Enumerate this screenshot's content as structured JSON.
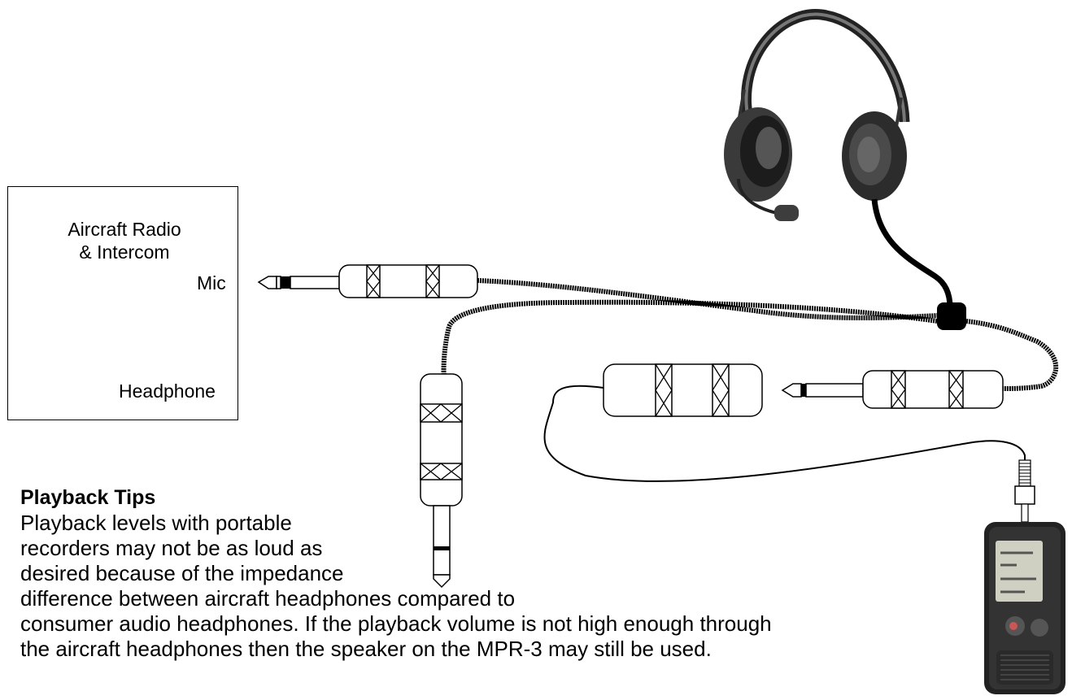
{
  "radio": {
    "title_line1": "Aircraft Radio",
    "title_line2": "& Intercom",
    "mic_label": "Mic",
    "headphone_label": "Headphone"
  },
  "tips": {
    "heading": "Playback Tips",
    "lines": [
      "Playback levels with portable",
      "recorders may not be as loud as",
      "desired because of the impedance",
      "difference between aircraft headphones compared to",
      "consumer audio headphones.  If the playback volume is not high enough through",
      "the aircraft headphones then the speaker on the MPR-3 may still be used."
    ]
  },
  "icons": {
    "headset": "aviation-headset-icon",
    "recorder": "mpr-3-recorder-icon",
    "plugs": "phone-plug-icon",
    "jacks": "phone-jack-adapter-icon"
  }
}
